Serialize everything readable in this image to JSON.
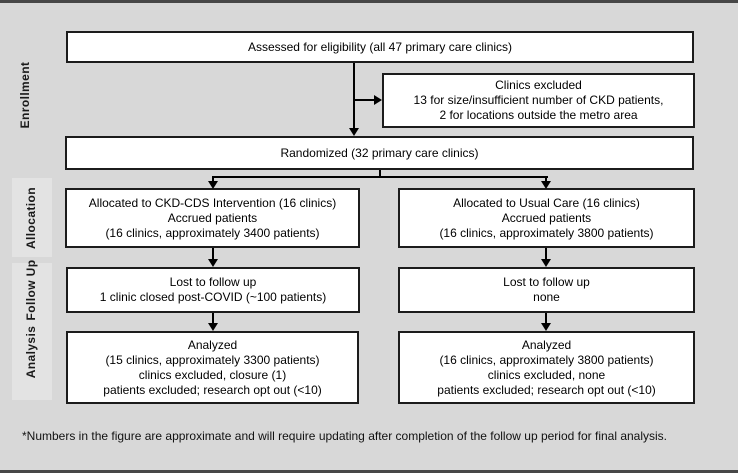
{
  "colors": {
    "background": "#d8d8d8",
    "stage_band": "#e3e3e3",
    "box_fill": "#ffffff",
    "box_border": "#1c1c1c",
    "arrow": "#000000"
  },
  "stage_labels": [
    {
      "label": "Enrollment"
    },
    {
      "label": "Allocation"
    },
    {
      "label": "Follow Up"
    },
    {
      "label": "Analysis"
    }
  ],
  "boxes": {
    "assessed": {
      "lines": [
        "Assessed for eligibility (all 47 primary care clinics)"
      ]
    },
    "excluded": {
      "lines": [
        "Clinics excluded",
        "13 for size/insufficient number of CKD patients,",
        "2 for locations outside the metro area"
      ]
    },
    "randomized": {
      "lines": [
        "Randomized (32 primary care clinics)"
      ]
    },
    "alloc_intervention": {
      "lines": [
        "Allocated to CKD-CDS Intervention (16 clinics)",
        "Accrued patients",
        "(16 clinics, approximately 3400 patients)"
      ]
    },
    "alloc_usual": {
      "lines": [
        "Allocated to Usual Care (16 clinics)",
        "Accrued patients",
        "(16 clinics, approximately 3800 patients)"
      ]
    },
    "followup_intervention": {
      "lines": [
        "Lost to follow up",
        "1 clinic closed post-COVID (~100 patients)"
      ]
    },
    "followup_usual": {
      "lines": [
        "Lost to follow up",
        "none"
      ]
    },
    "analysis_intervention": {
      "lines": [
        "Analyzed",
        "(15 clinics, approximately 3300 patients)",
        "clinics excluded, closure (1)",
        "patients excluded; research opt out (<10)"
      ]
    },
    "analysis_usual": {
      "lines": [
        "Analyzed",
        "(16 clinics, approximately 3800 patients)",
        "clinics excluded, none",
        "patients excluded; research opt out (<10)"
      ]
    }
  },
  "footnote": "*Numbers in the figure are approximate and will require updating after completion of the follow up period for final analysis."
}
